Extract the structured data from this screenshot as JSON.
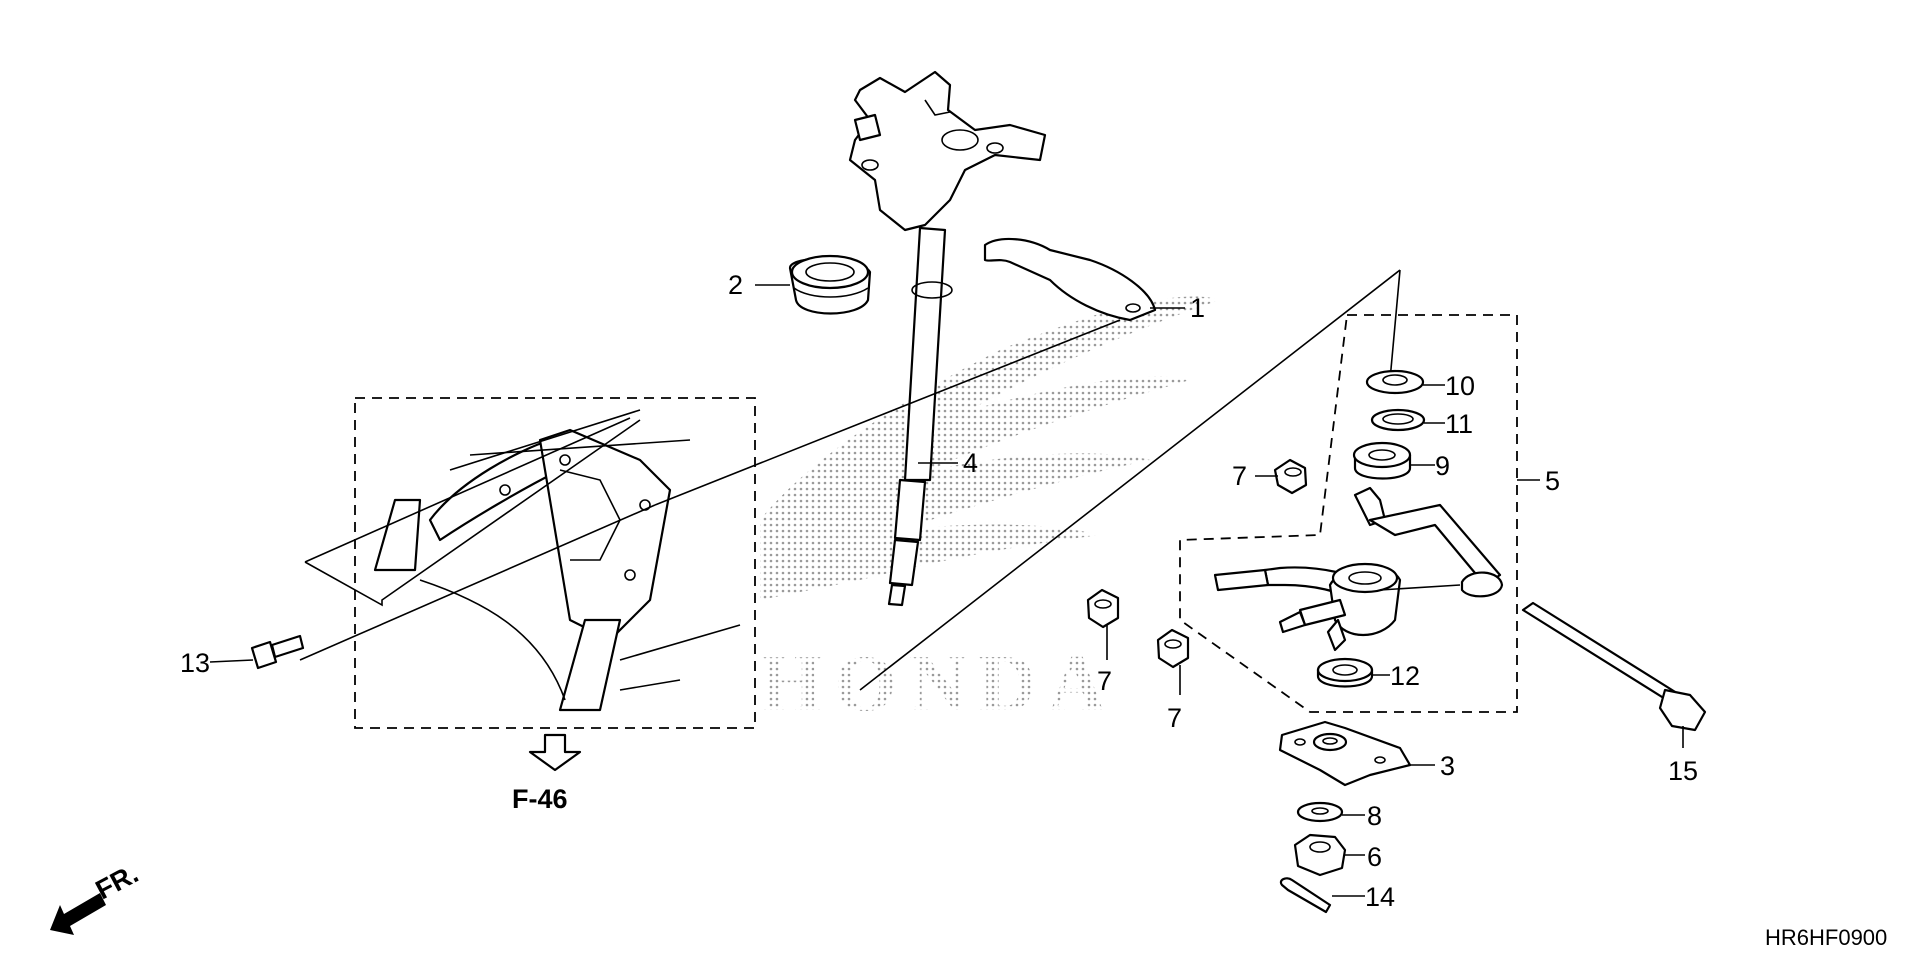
{
  "diagram": {
    "code": "HR6HF0900",
    "reference": "F-46",
    "direction": "FR.",
    "watermark": "HONDA",
    "callouts": [
      "1",
      "2",
      "3",
      "4",
      "5",
      "6",
      "7",
      "7",
      "7",
      "8",
      "9",
      "10",
      "11",
      "12",
      "13",
      "14",
      "15"
    ]
  },
  "colors": {
    "ink": "#000000",
    "paper": "#ffffff",
    "watermark": "#9a9a9a"
  },
  "icons": [
    "frame-assembly",
    "steering-shaft",
    "bushing",
    "clamp",
    "bearing",
    "seal",
    "washer",
    "flange-nut",
    "castle-nut",
    "cotter-pin",
    "bolt",
    "arm-assembly",
    "direction-arrow",
    "reference-arrow",
    "wing-logo"
  ]
}
